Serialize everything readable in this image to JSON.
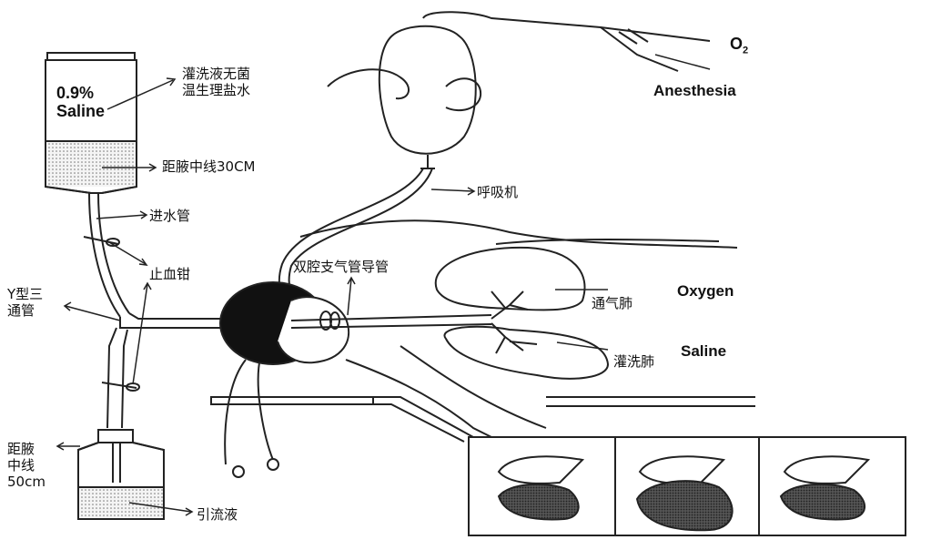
{
  "labels": {
    "bottle": [
      "0.9%",
      "Saline"
    ],
    "o2": "O",
    "o2_sub": "2",
    "anesthesia": "Anesthesia",
    "irrigation_fluid": [
      "灌洗液无菌",
      "温生理盐水"
    ],
    "height_30": "距腋中线30CM",
    "ventilator": "呼吸机",
    "inflow_tube": "进水管",
    "hemostat": "止血钳",
    "y_tube": [
      "Y型三",
      "通管"
    ],
    "dl_tube": "双腔支气管导管",
    "vent_lung": "通气肺",
    "oxygen": "Oxygen",
    "lavage_lung": "灌洗肺",
    "saline": "Saline",
    "height_50": [
      "距腋",
      "中线",
      "50cm"
    ],
    "drainage": "引流液"
  }
}
